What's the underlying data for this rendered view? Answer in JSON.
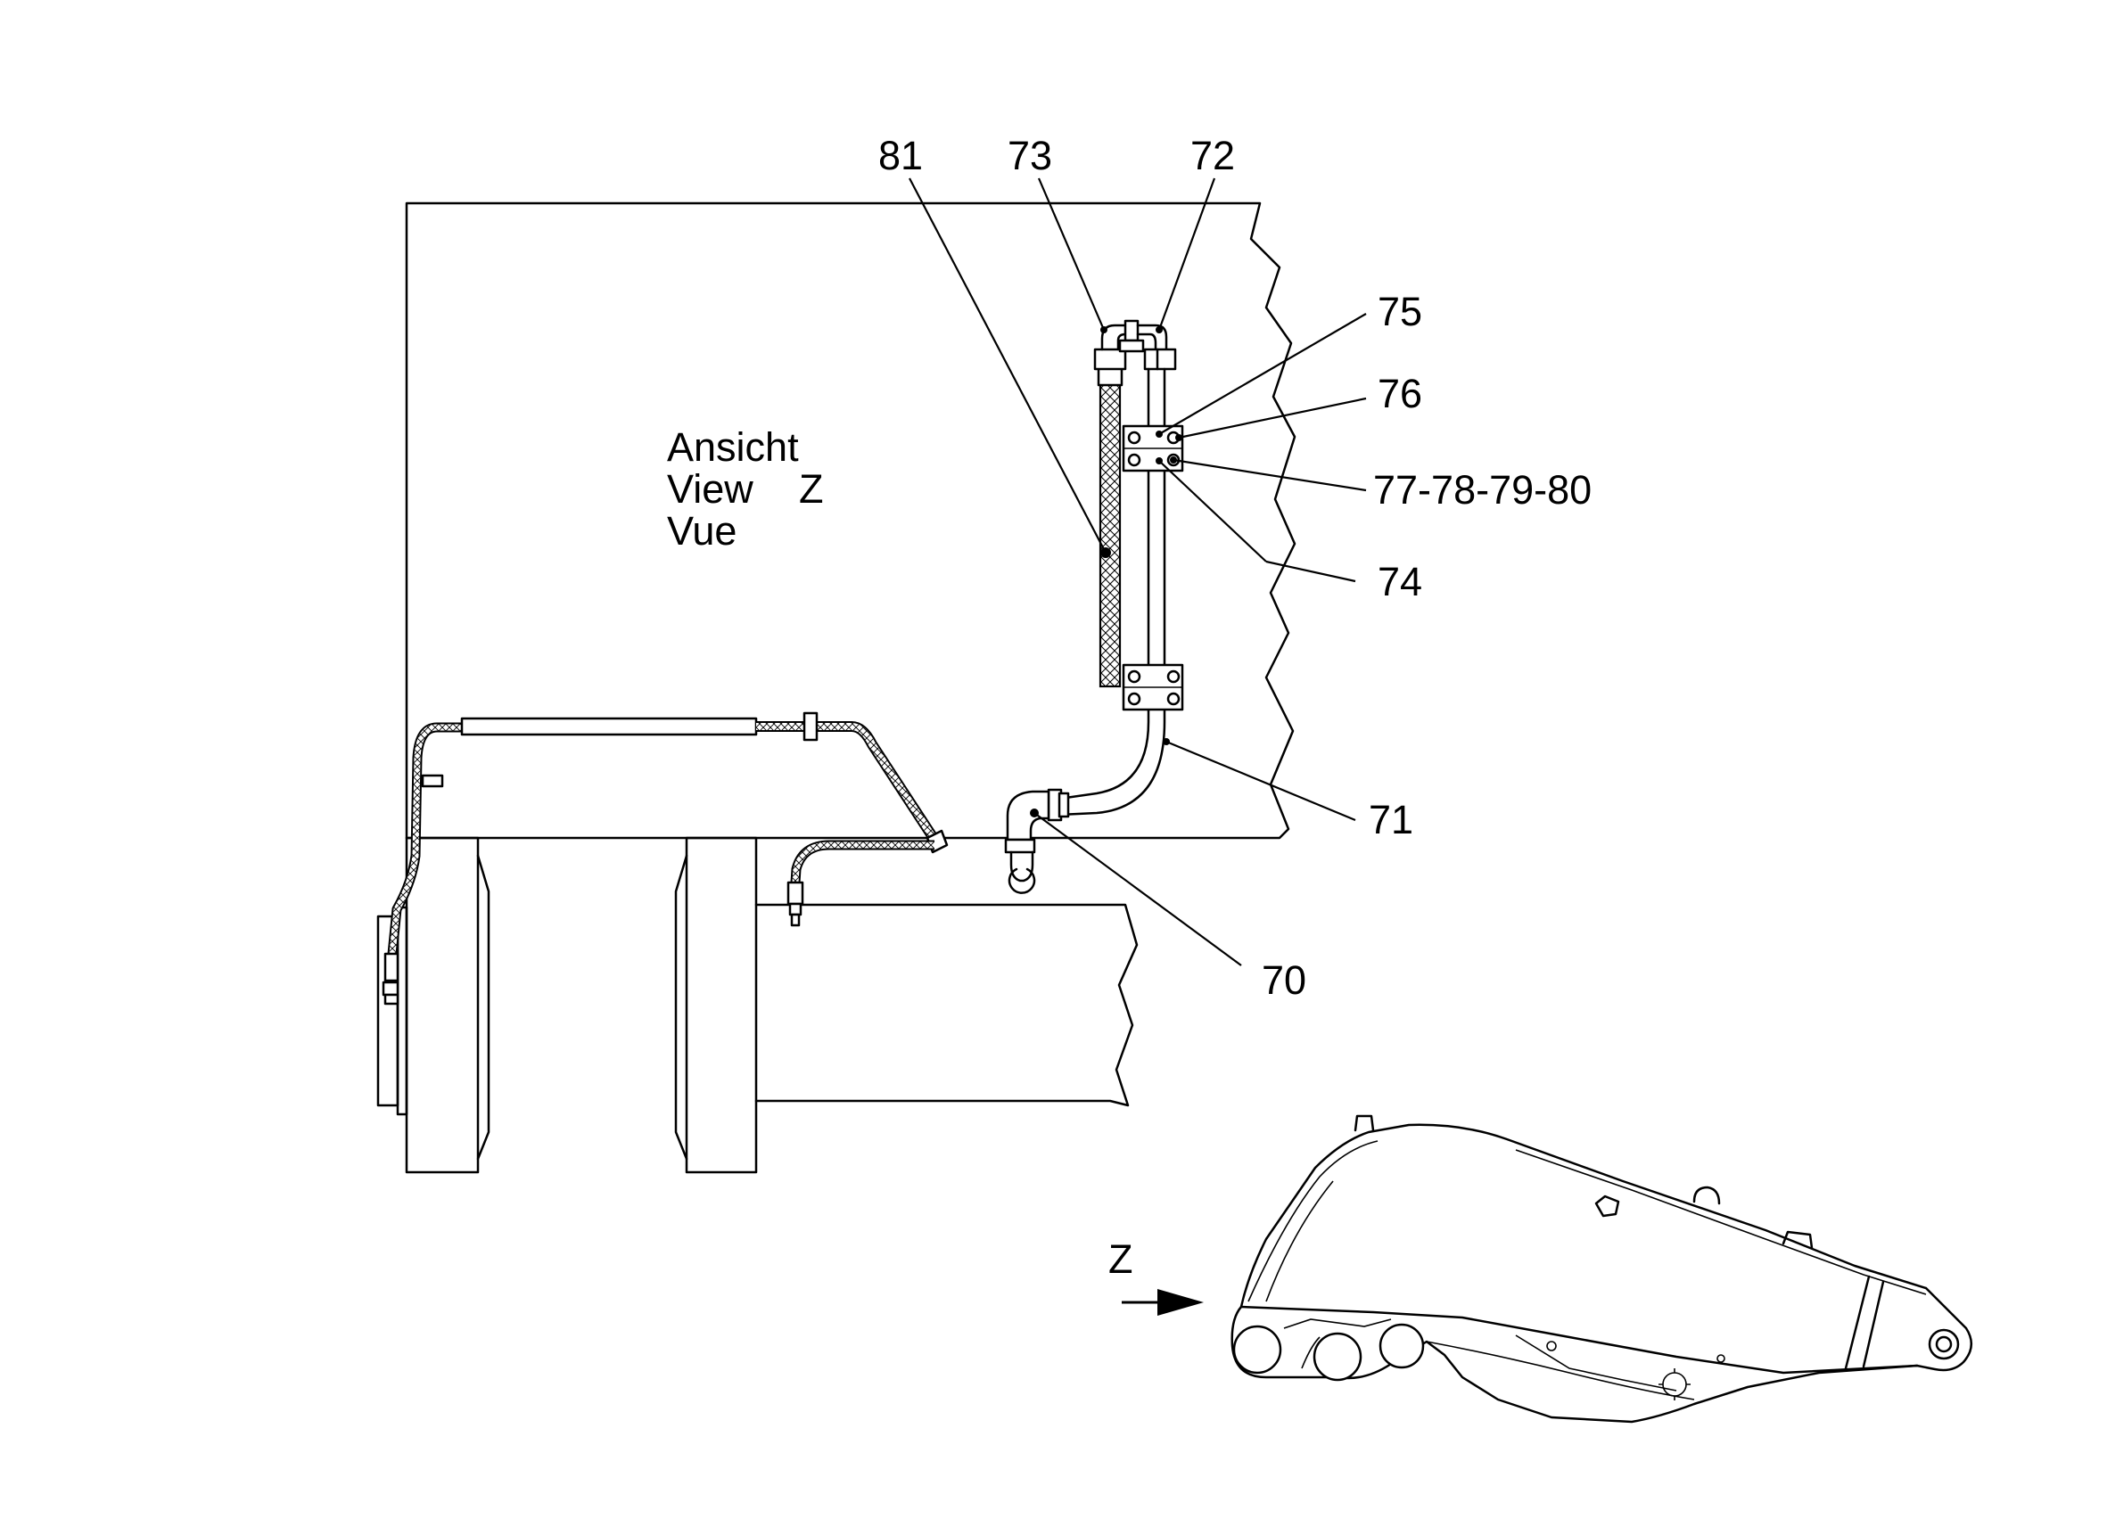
{
  "view_label": {
    "line1": "Ansicht",
    "line2": "View",
    "line3": "Vue",
    "letter": "Z"
  },
  "arrow_label": "Z",
  "callouts": {
    "c81": "81",
    "c73": "73",
    "c72": "72",
    "c75": "75",
    "c76": "76",
    "c77": "77-78-79-80",
    "c74": "74",
    "c71": "71",
    "c70": "70"
  }
}
